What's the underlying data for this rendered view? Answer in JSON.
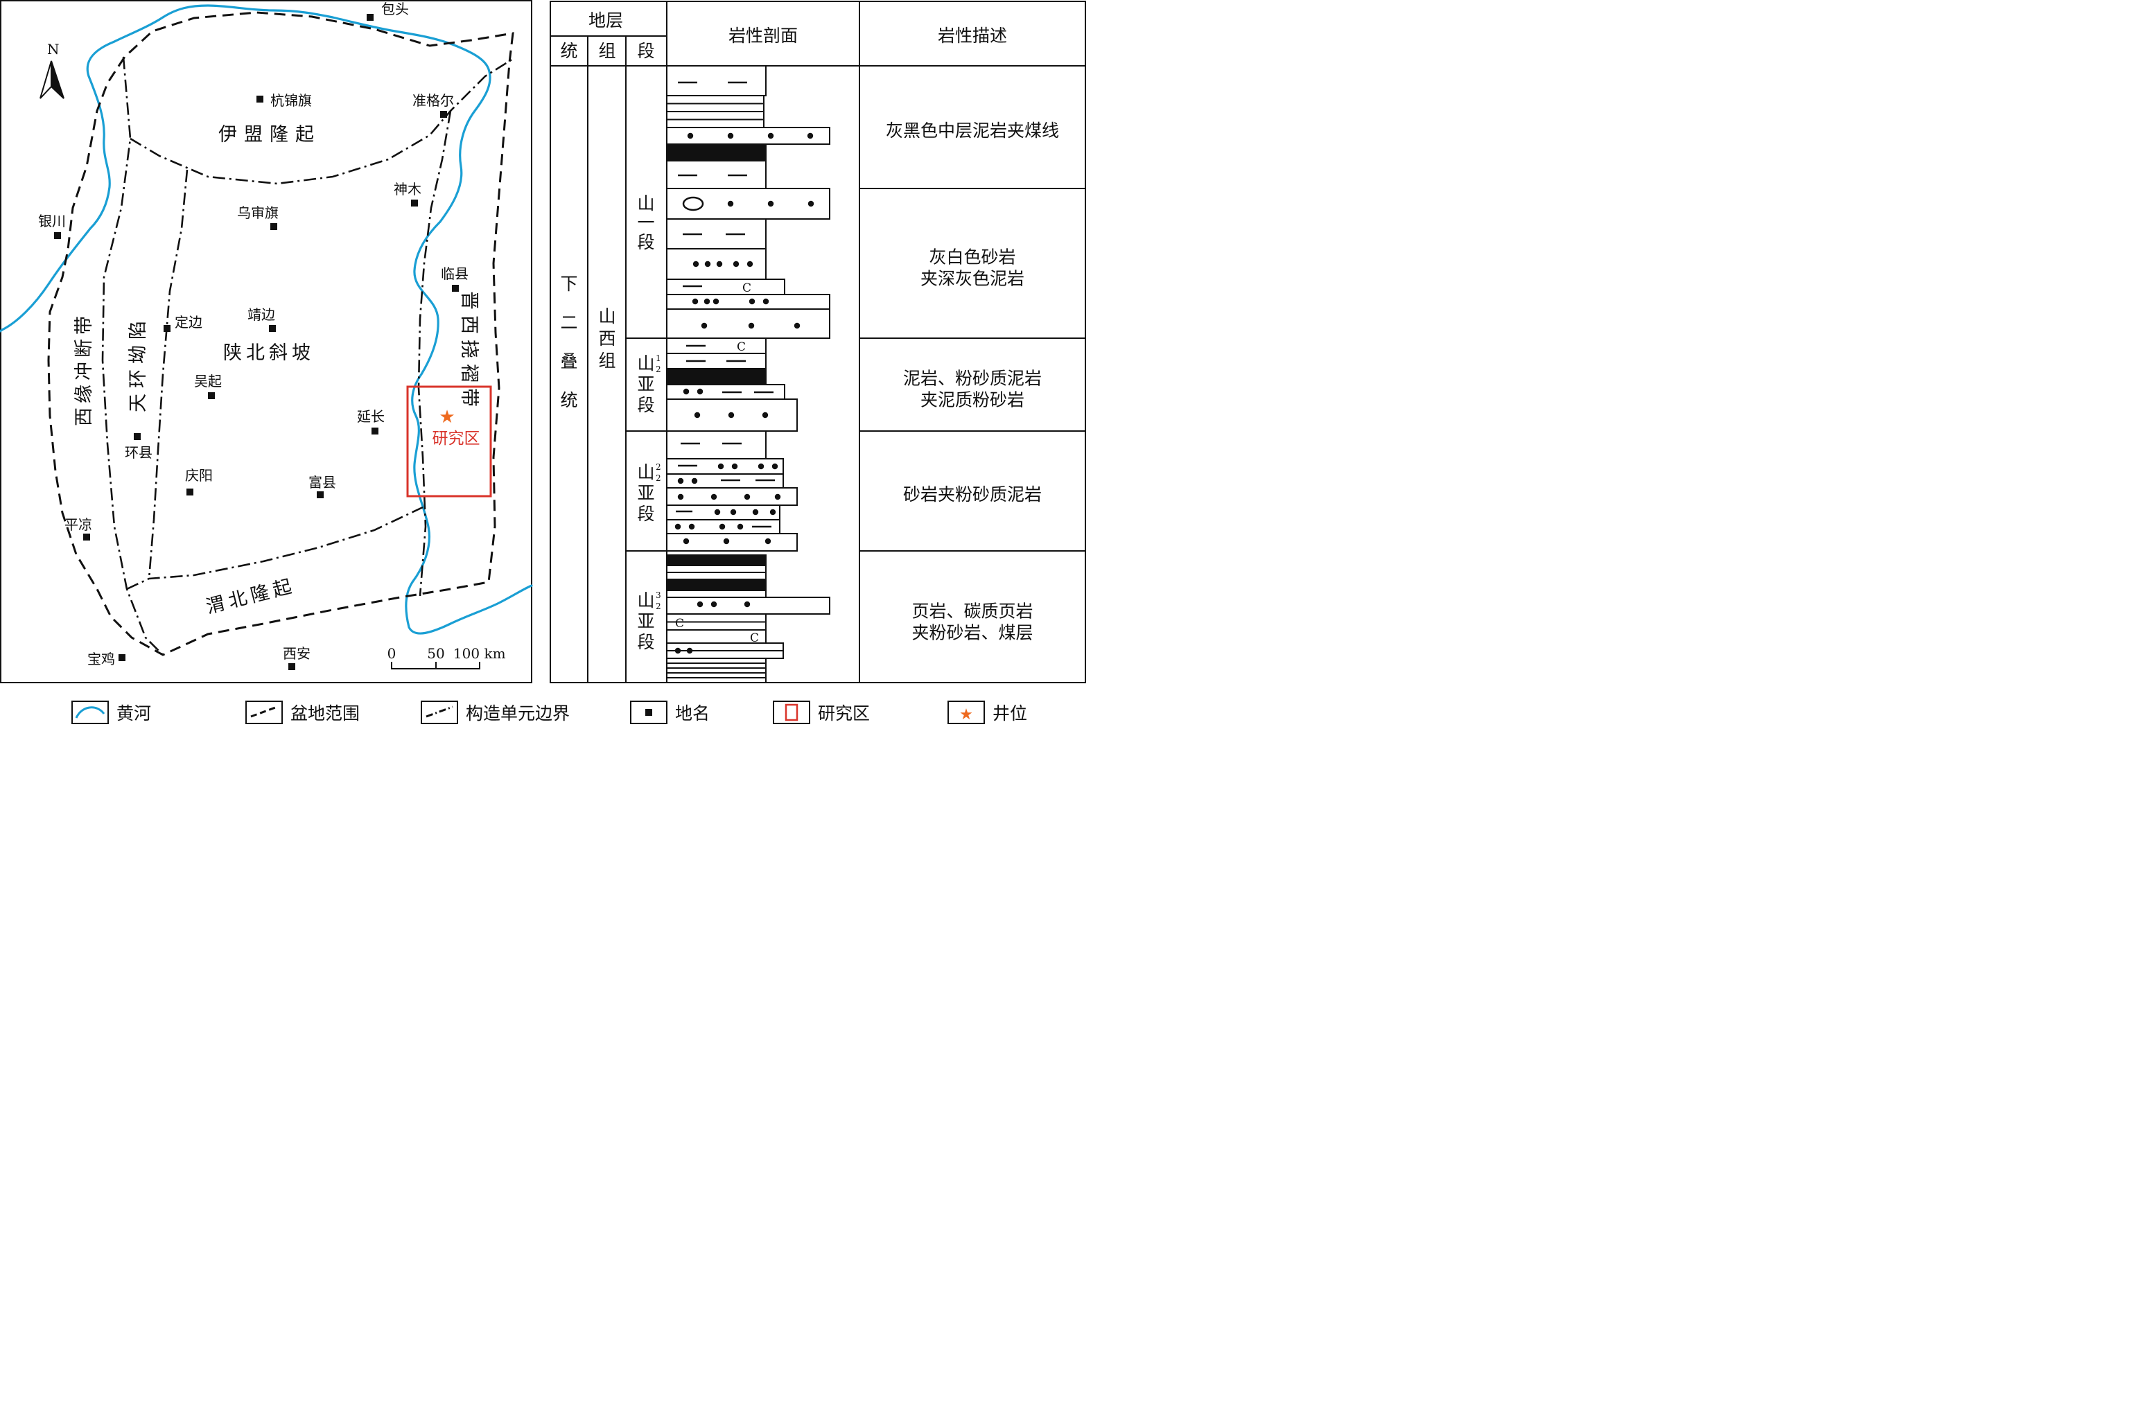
{
  "map": {
    "north_label": "N",
    "structural_units": {
      "yimeng_uplift": "伊盟隆起",
      "shanbei_slope": "陕北斜坡",
      "weibei_uplift": "渭北隆起",
      "tianhuan_depression": "天环坳陷",
      "xiyuan_thrust_belt": "西缘冲断带",
      "jinxi_fold_belt": "晋西挠褶带"
    },
    "places": [
      {
        "id": "baotou",
        "name": "包头"
      },
      {
        "id": "hangjinqi",
        "name": "杭锦旗"
      },
      {
        "id": "zhungeer",
        "name": "准格尔"
      },
      {
        "id": "shenmu",
        "name": "神木"
      },
      {
        "id": "wushenqi",
        "name": "乌审旗"
      },
      {
        "id": "yinchuan",
        "name": "银川"
      },
      {
        "id": "linxian",
        "name": "临县"
      },
      {
        "id": "dingbian",
        "name": "定边"
      },
      {
        "id": "jingbian",
        "name": "靖边"
      },
      {
        "id": "wuqi",
        "name": "吴起"
      },
      {
        "id": "yanchang",
        "name": "延长"
      },
      {
        "id": "huanxian",
        "name": "环县"
      },
      {
        "id": "qingyang",
        "name": "庆阳"
      },
      {
        "id": "fuxian",
        "name": "富县"
      },
      {
        "id": "pingliang",
        "name": "平凉"
      },
      {
        "id": "baoji",
        "name": "宝鸡"
      },
      {
        "id": "xian",
        "name": "西安"
      }
    ],
    "study_area_label": "研究区",
    "scale_bar": {
      "ticks": [
        "0",
        "50",
        "100"
      ],
      "unit": "km"
    },
    "colors": {
      "river": "#1a9fd4",
      "study_area": "#d9342b",
      "well": "#ee6a1f",
      "line": "#111111"
    }
  },
  "column": {
    "header": {
      "strata": "地层",
      "series": "统",
      "formation": "组",
      "member": "段",
      "lith_profile": "岩性剖面",
      "lith_desc": "岩性描述"
    },
    "series_name": "下二叠统",
    "formation_name": "山西组",
    "members": [
      {
        "id": "shan1",
        "chars": [
          "山",
          "一",
          "段"
        ]
      },
      {
        "id": "shan21",
        "chars": [
          "山",
          "亚",
          "段"
        ],
        "sub": "2",
        "sup": "1"
      },
      {
        "id": "shan22",
        "chars": [
          "山",
          "亚",
          "段"
        ],
        "sub": "2",
        "sup": "2"
      },
      {
        "id": "shan23",
        "chars": [
          "山",
          "亚",
          "段"
        ],
        "sub": "2",
        "sup": "3"
      }
    ],
    "descriptions": [
      {
        "lines": [
          "灰黑色中层泥岩夹煤线"
        ]
      },
      {
        "lines": [
          "灰白色砂岩",
          "夹深灰色泥岩"
        ]
      },
      {
        "lines": [
          "泥岩、粉砂质泥岩",
          "夹泥质粉砂岩"
        ]
      },
      {
        "lines": [
          "砂岩夹粉砂质泥岩"
        ]
      },
      {
        "lines": [
          "页岩、碳质页岩",
          "夹粉砂岩、煤层"
        ]
      }
    ],
    "carbon_label": "C"
  },
  "legend": {
    "items": [
      {
        "id": "river",
        "label": "黄河"
      },
      {
        "id": "basin",
        "label": "盆地范围"
      },
      {
        "id": "boundary",
        "label": "构造单元边界"
      },
      {
        "id": "place",
        "label": "地名"
      },
      {
        "id": "study",
        "label": "研究区"
      },
      {
        "id": "well",
        "label": "井位"
      }
    ]
  }
}
